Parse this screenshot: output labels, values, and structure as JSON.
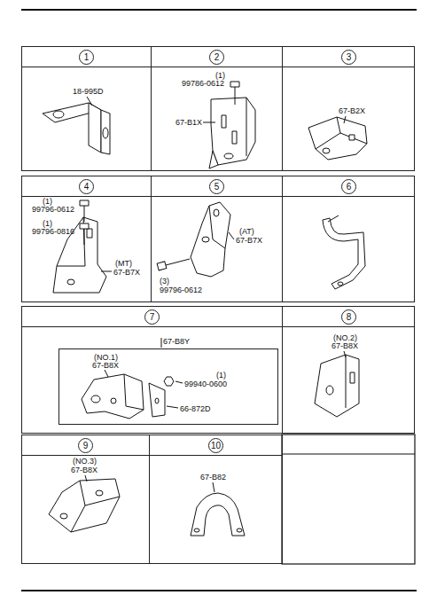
{
  "diagram": {
    "nodes": [
      {
        "text": [
          "1"
        ]
      },
      {
        "text": [
          "2"
        ]
      },
      {
        "text": [
          "3"
        ]
      },
      {
        "text": [
          "4"
        ]
      },
      {
        "text": [
          "5"
        ]
      },
      {
        "text": [
          "6"
        ]
      },
      {
        "text": [
          "7"
        ]
      },
      {
        "text": [
          "8"
        ]
      },
      {
        "text": [
          "9"
        ]
      },
      {
        "text": [
          "10"
        ]
      },
      {
        "text": [
          "67-B8Y"
        ],
        "in": 6
      }
    ],
    "labels": [
      "18-995D",
      "(1)",
      "99786-0612",
      "67-B1X",
      "67-B2X",
      "(1)",
      "99796-0612",
      "(1)",
      "99796-0816",
      "(MT)",
      "67-B7X",
      "(AT)",
      "67-B7X",
      "99796-0612",
      "(3)",
      "(NO.1)",
      "67-B8X",
      "(1)",
      "99940-0600",
      "66-872D",
      "(NO.2)",
      "67-B8X",
      "(NO.3)",
      "67-B8X",
      "67-B82"
    ]
  }
}
